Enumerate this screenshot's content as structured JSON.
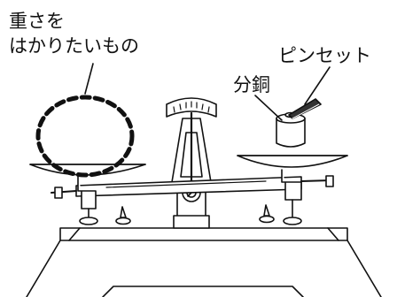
{
  "labels": {
    "object_line1": "重さを",
    "object_line2": "はかりたいもの",
    "tweezers": "ピンセット",
    "weight": "分銅"
  },
  "colors": {
    "ink": "#111111",
    "background": "#ffffff"
  }
}
